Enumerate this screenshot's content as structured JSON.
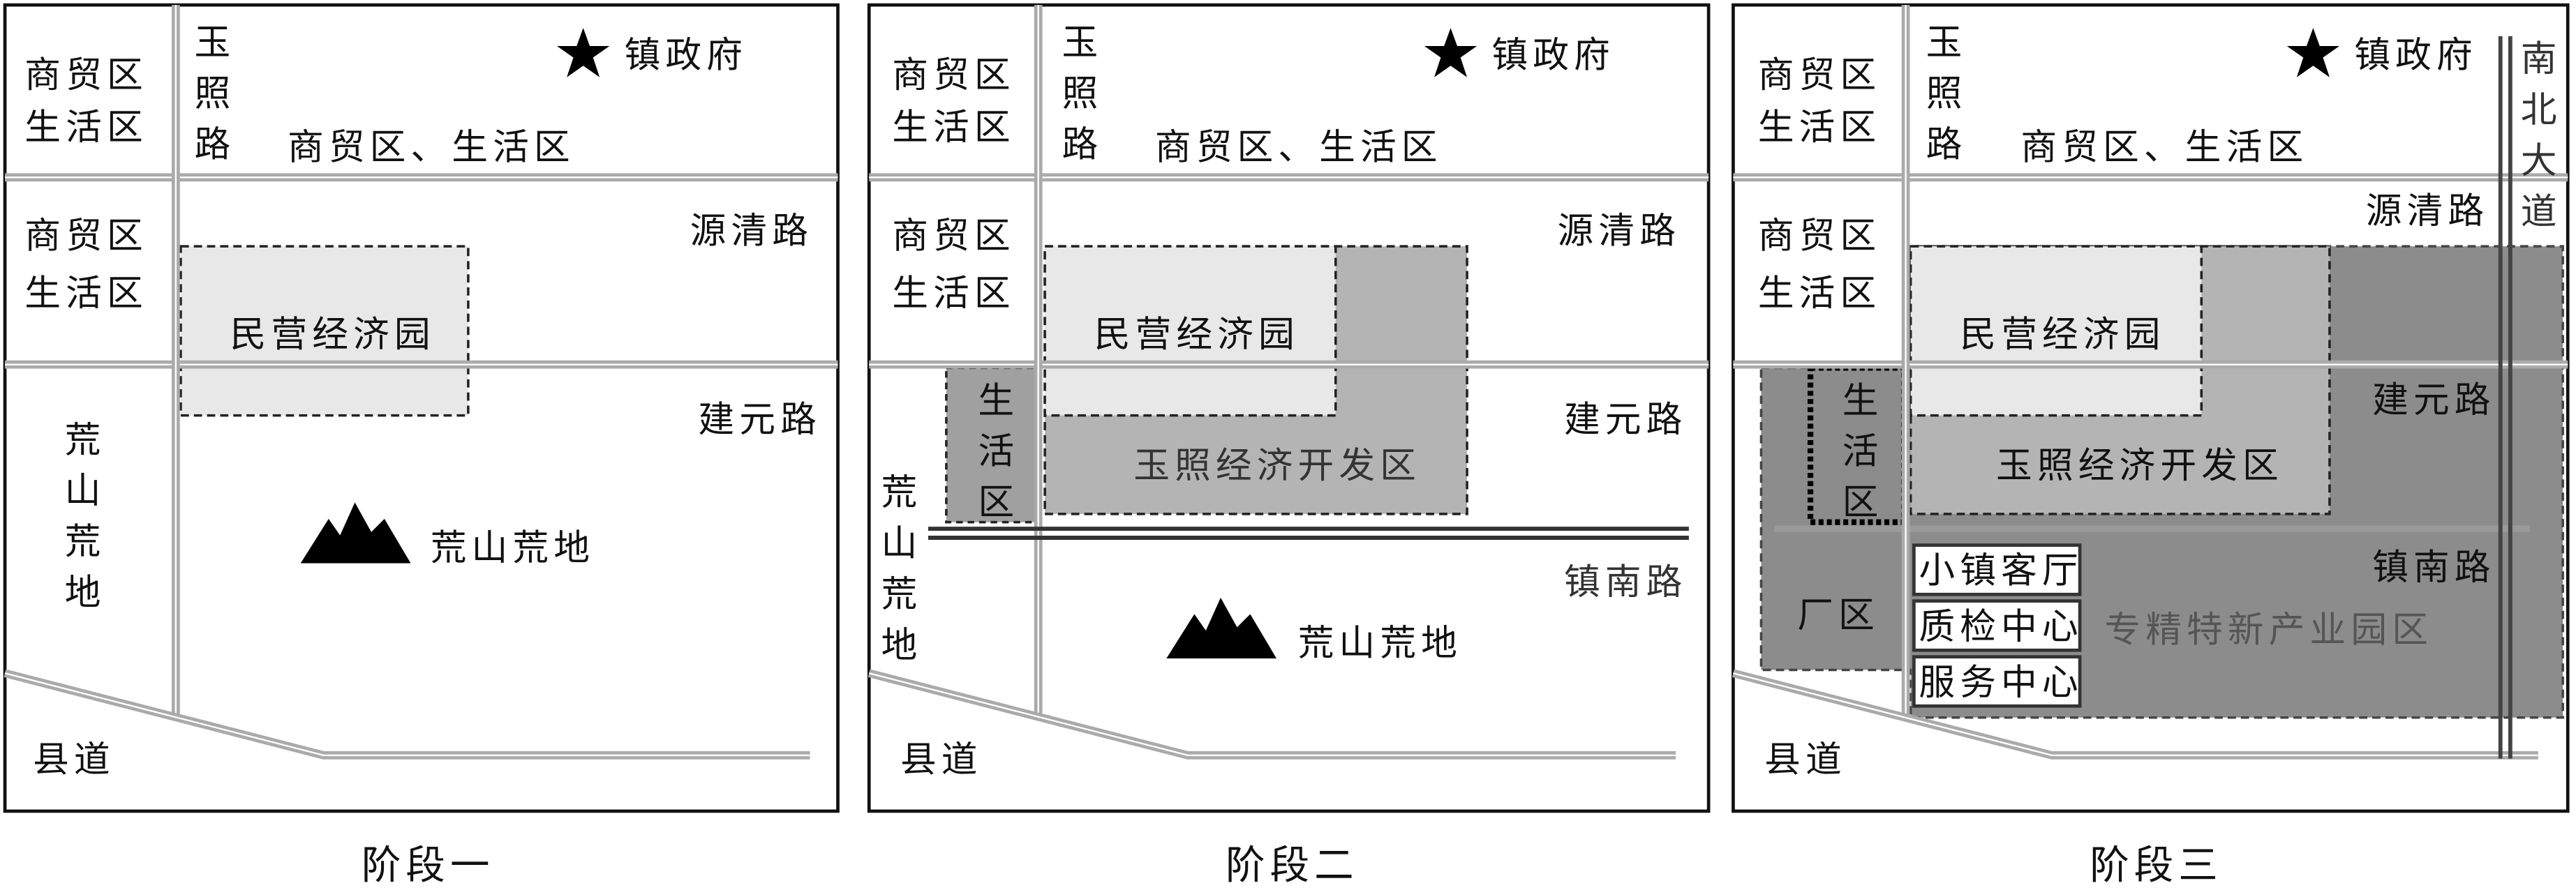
{
  "panels": [
    {
      "title": "阶段一",
      "labels": {
        "nw_zone_line1": "商贸区",
        "nw_zone_line2": "生活区",
        "w_zone_line1": "商贸区",
        "w_zone_line2": "生活区",
        "yuzhao_road": "玉照路",
        "government": "镇政府",
        "north_zone": "商贸区、生活区",
        "yuanqing_road": "源清路",
        "private_park": "民营经济园",
        "jianyuan_road": "建元路",
        "waste_land_vertical": "荒山荒地",
        "waste_land": "荒山荒地",
        "county_road": "县道"
      }
    },
    {
      "title": "阶段二",
      "labels": {
        "nw_zone_line1": "商贸区",
        "nw_zone_line2": "生活区",
        "w_zone_line1": "商贸区",
        "w_zone_line2": "生活区",
        "yuzhao_road": "玉照路",
        "government": "镇政府",
        "north_zone": "商贸区、生活区",
        "yuanqing_road": "源清路",
        "private_park": "民营经济园",
        "jianyuan_road": "建元路",
        "living_zone": "生活区",
        "dev_zone": "玉照经济开发区",
        "zhennan_road": "镇南路",
        "waste_land_vertical": "荒山荒地",
        "waste_land": "荒山荒地",
        "county_road": "县道"
      }
    },
    {
      "title": "阶段三",
      "labels": {
        "nw_zone_line1": "商贸区",
        "nw_zone_line2": "生活区",
        "w_zone_line1": "商贸区",
        "w_zone_line2": "生活区",
        "yuzhao_road": "玉照路",
        "government": "镇政府",
        "north_zone": "商贸区、生活区",
        "nanbei_avenue": "南北大道",
        "yuanqing_road": "源清路",
        "private_park": "民营经济园",
        "jianyuan_road": "建元路",
        "living_zone": "生活区",
        "dev_zone": "玉照经济开发区",
        "zhennan_road": "镇南路",
        "factory_zone": "厂区",
        "town_lounge": "小镇客厅",
        "quality_center": "质检中心",
        "service_center": "服务中心",
        "specialized_park": "专精特新产业园区",
        "county_road": "县道"
      }
    }
  ],
  "colors": {
    "light_zone": "#e8e8e8",
    "mid_zone": "#b4b4b4",
    "dark_zone": "#8c8c8c",
    "road": "#aaaaaa"
  }
}
